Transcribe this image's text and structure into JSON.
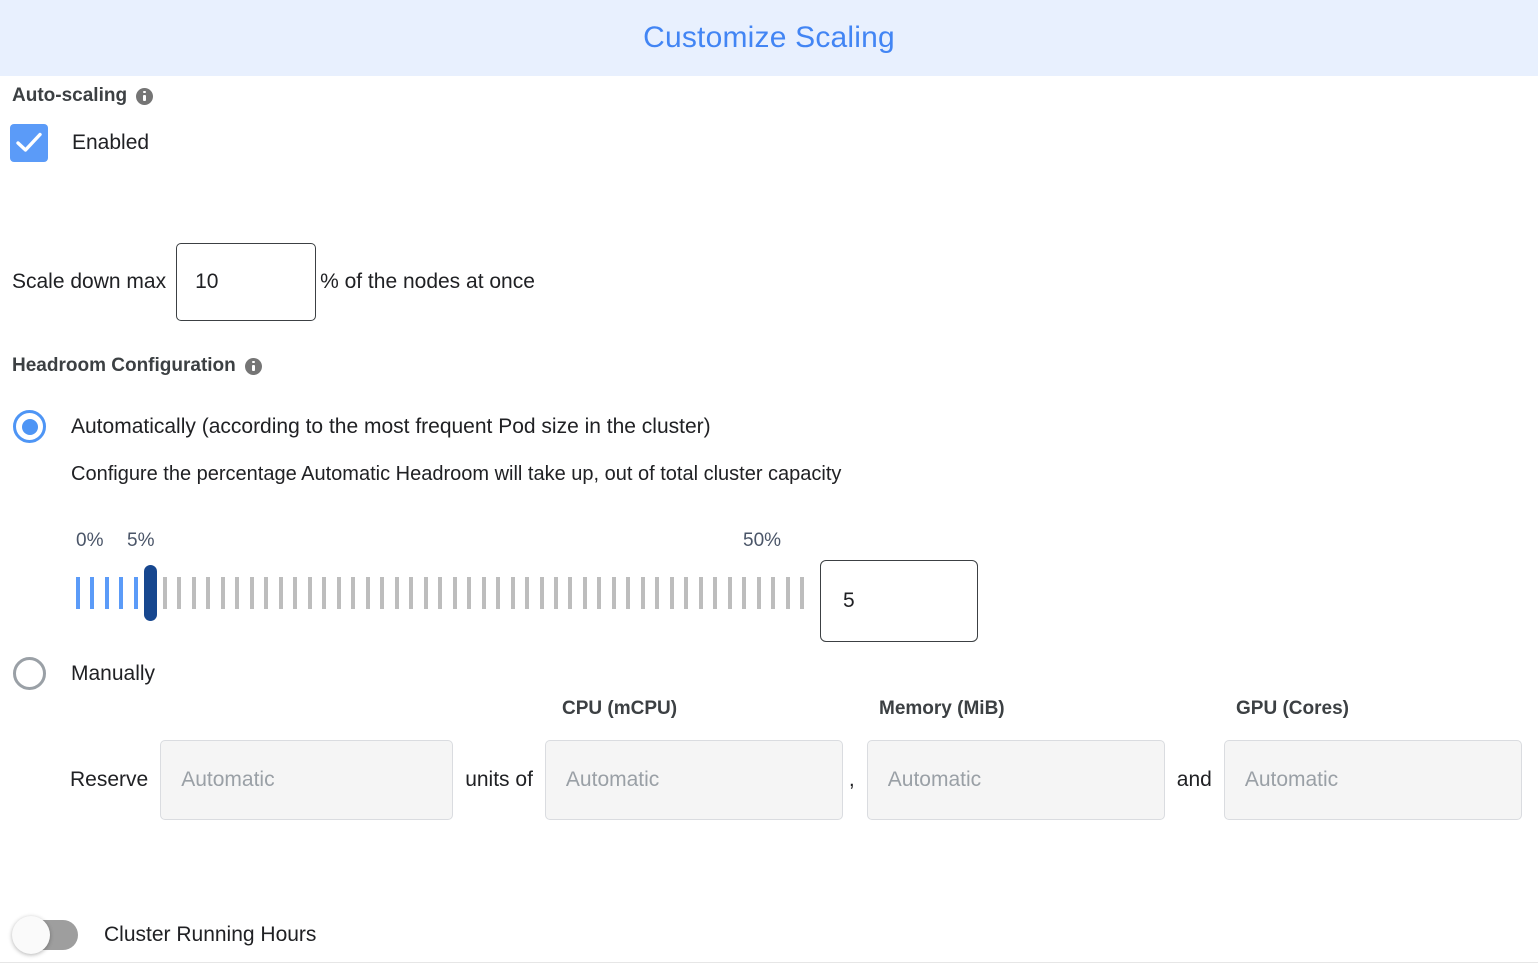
{
  "header": {
    "title": "Customize Scaling",
    "bg_color": "#e8f0fe",
    "title_color": "#4285f4"
  },
  "autoscaling": {
    "section_label": "Auto-scaling",
    "info_tooltip_icon": "info-icon",
    "enabled_label": "Enabled",
    "enabled_checked": true,
    "checkbox_color": "#5b9bf8"
  },
  "scale_down": {
    "prefix_label": "Scale down max",
    "value": "10",
    "placeholder": "",
    "suffix_label": "% of the nodes at once"
  },
  "headroom": {
    "section_label": "Headroom Configuration",
    "info_tooltip_icon": "info-icon",
    "option_automatic": {
      "label": "Automatically (according to the most frequent Pod size in the cluster)",
      "selected": true,
      "description": "Configure the percentage Automatic Headroom will take up, out of total cluster capacity"
    },
    "slider": {
      "min_label": "0%",
      "current_label": "5%",
      "max_label": "50%",
      "min": 0,
      "max": 50,
      "value": 5,
      "tick_count": 51,
      "active_color": "#5b9bf8",
      "inactive_color": "#bdbdbd",
      "thumb_color": "#17478f",
      "value_input": "5",
      "value_input_placeholder": ""
    },
    "option_manual": {
      "label": "Manually",
      "selected": false,
      "reserve_label": "Reserve",
      "units_of_label": "units of",
      "comma_label": ",",
      "and_label": "and",
      "fields": [
        {
          "name": "units",
          "column_label": "",
          "placeholder": "Automatic",
          "value": ""
        },
        {
          "name": "cpu",
          "column_label": "CPU (mCPU)",
          "placeholder": "Automatic",
          "value": ""
        },
        {
          "name": "memory",
          "column_label": "Memory (MiB)",
          "placeholder": "Automatic",
          "value": ""
        },
        {
          "name": "gpu",
          "column_label": "GPU (Cores)",
          "placeholder": "Automatic",
          "value": ""
        }
      ]
    }
  },
  "cluster_running_hours": {
    "label": "Cluster Running Hours",
    "enabled": false,
    "track_color": "#9e9e9e"
  }
}
